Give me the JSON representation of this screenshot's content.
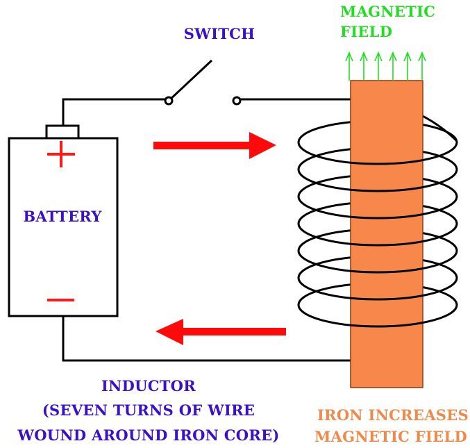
{
  "labels": {
    "switch": "SWITCH",
    "magnetic_field_line1": "MAGNETIC",
    "magnetic_field_line2": "FIELD",
    "battery": "BATTERY",
    "plus": "+",
    "minus": "—",
    "inductor_line1": "INDUCTOR",
    "inductor_line2": "(SEVEN TURNS OF WIRE",
    "inductor_line3": "WOUND AROUND IRON CORE)",
    "iron_line1": "IRON INCREASES",
    "iron_line2": "MAGNETIC FIELD"
  },
  "coil": {
    "turns": 7
  },
  "colors": {
    "wire": "#000000",
    "label_blue": "#3a10c8",
    "label_green": "#22dd22",
    "label_orange": "#f08a4b",
    "iron_core": "#f7874a",
    "arrow_red": "#ff0a0a",
    "plus_minus_red": "#ff1a1a"
  }
}
